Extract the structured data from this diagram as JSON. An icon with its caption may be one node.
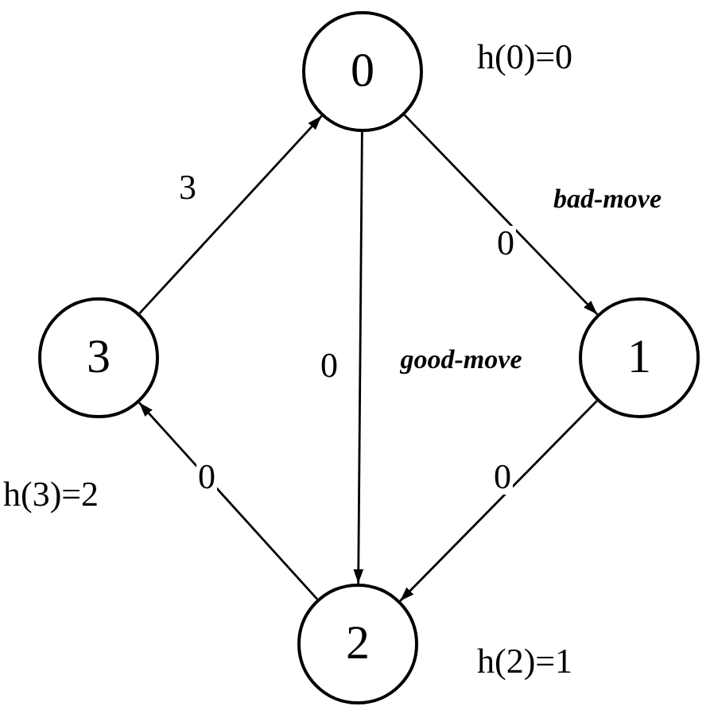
{
  "diagram": {
    "nodes": [
      {
        "text": [
          "0"
        ],
        "beside": [
          "h(0)=0"
        ]
      },
      {
        "text": [
          "1"
        ]
      },
      {
        "text": [
          "2"
        ],
        "beside": [
          "h(2)=1"
        ]
      },
      {
        "text": [
          "3"
        ],
        "beside": [
          "h(3)=2"
        ]
      }
    ],
    "edges": [
      {
        "from": 3,
        "to": 0,
        "arrow": "to",
        "label": "3"
      },
      {
        "from": 0,
        "to": 1,
        "arrow": "to",
        "label": "0"
      },
      {
        "from": 0,
        "to": 2,
        "arrow": "to",
        "label": "0"
      },
      {
        "from": 1,
        "to": 2,
        "arrow": "to",
        "label": "0"
      },
      {
        "from": 2,
        "to": 3,
        "arrow": "to",
        "label": "0"
      }
    ],
    "labels": [
      "bad-move",
      "good-move"
    ]
  }
}
